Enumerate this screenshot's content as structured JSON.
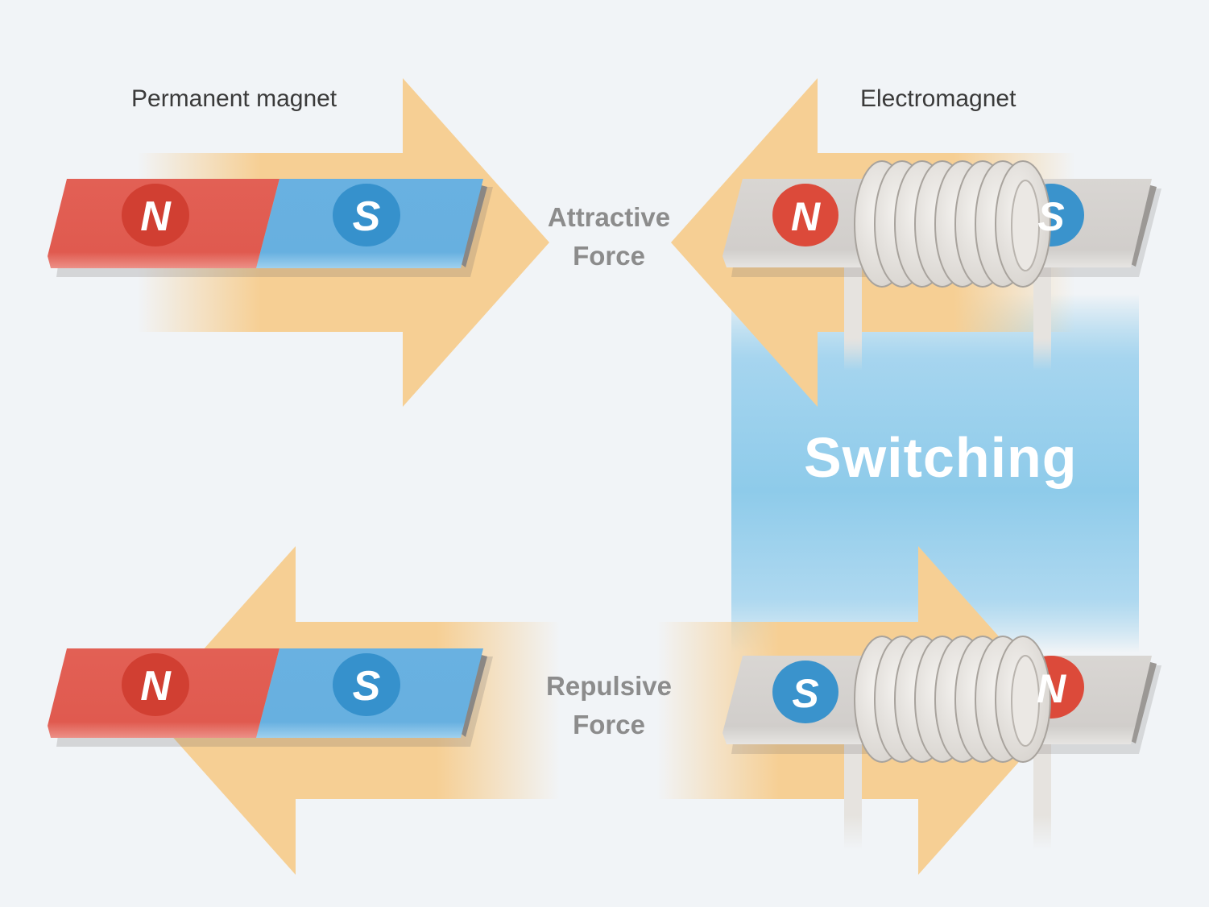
{
  "labels": {
    "permanent": "Permanent magnet",
    "electromagnet": "Electromagnet",
    "attractive_1": "Attractive",
    "attractive_2": "Force",
    "repulsive_1": "Repulsive",
    "repulsive_2": "Force",
    "switching": "Switching"
  },
  "poles": {
    "top_left_1": "N",
    "top_left_2": "S",
    "top_right_1": "N",
    "top_right_2": "S",
    "bottom_left_1": "N",
    "bottom_left_2": "S",
    "bottom_right_1": "S",
    "bottom_right_2": "N"
  },
  "colors": {
    "north": "#e05a4f",
    "south": "#67b0e0",
    "arrow": "#f6cf94",
    "switching_band": "#8ecbea",
    "background": "#f1f4f7"
  }
}
